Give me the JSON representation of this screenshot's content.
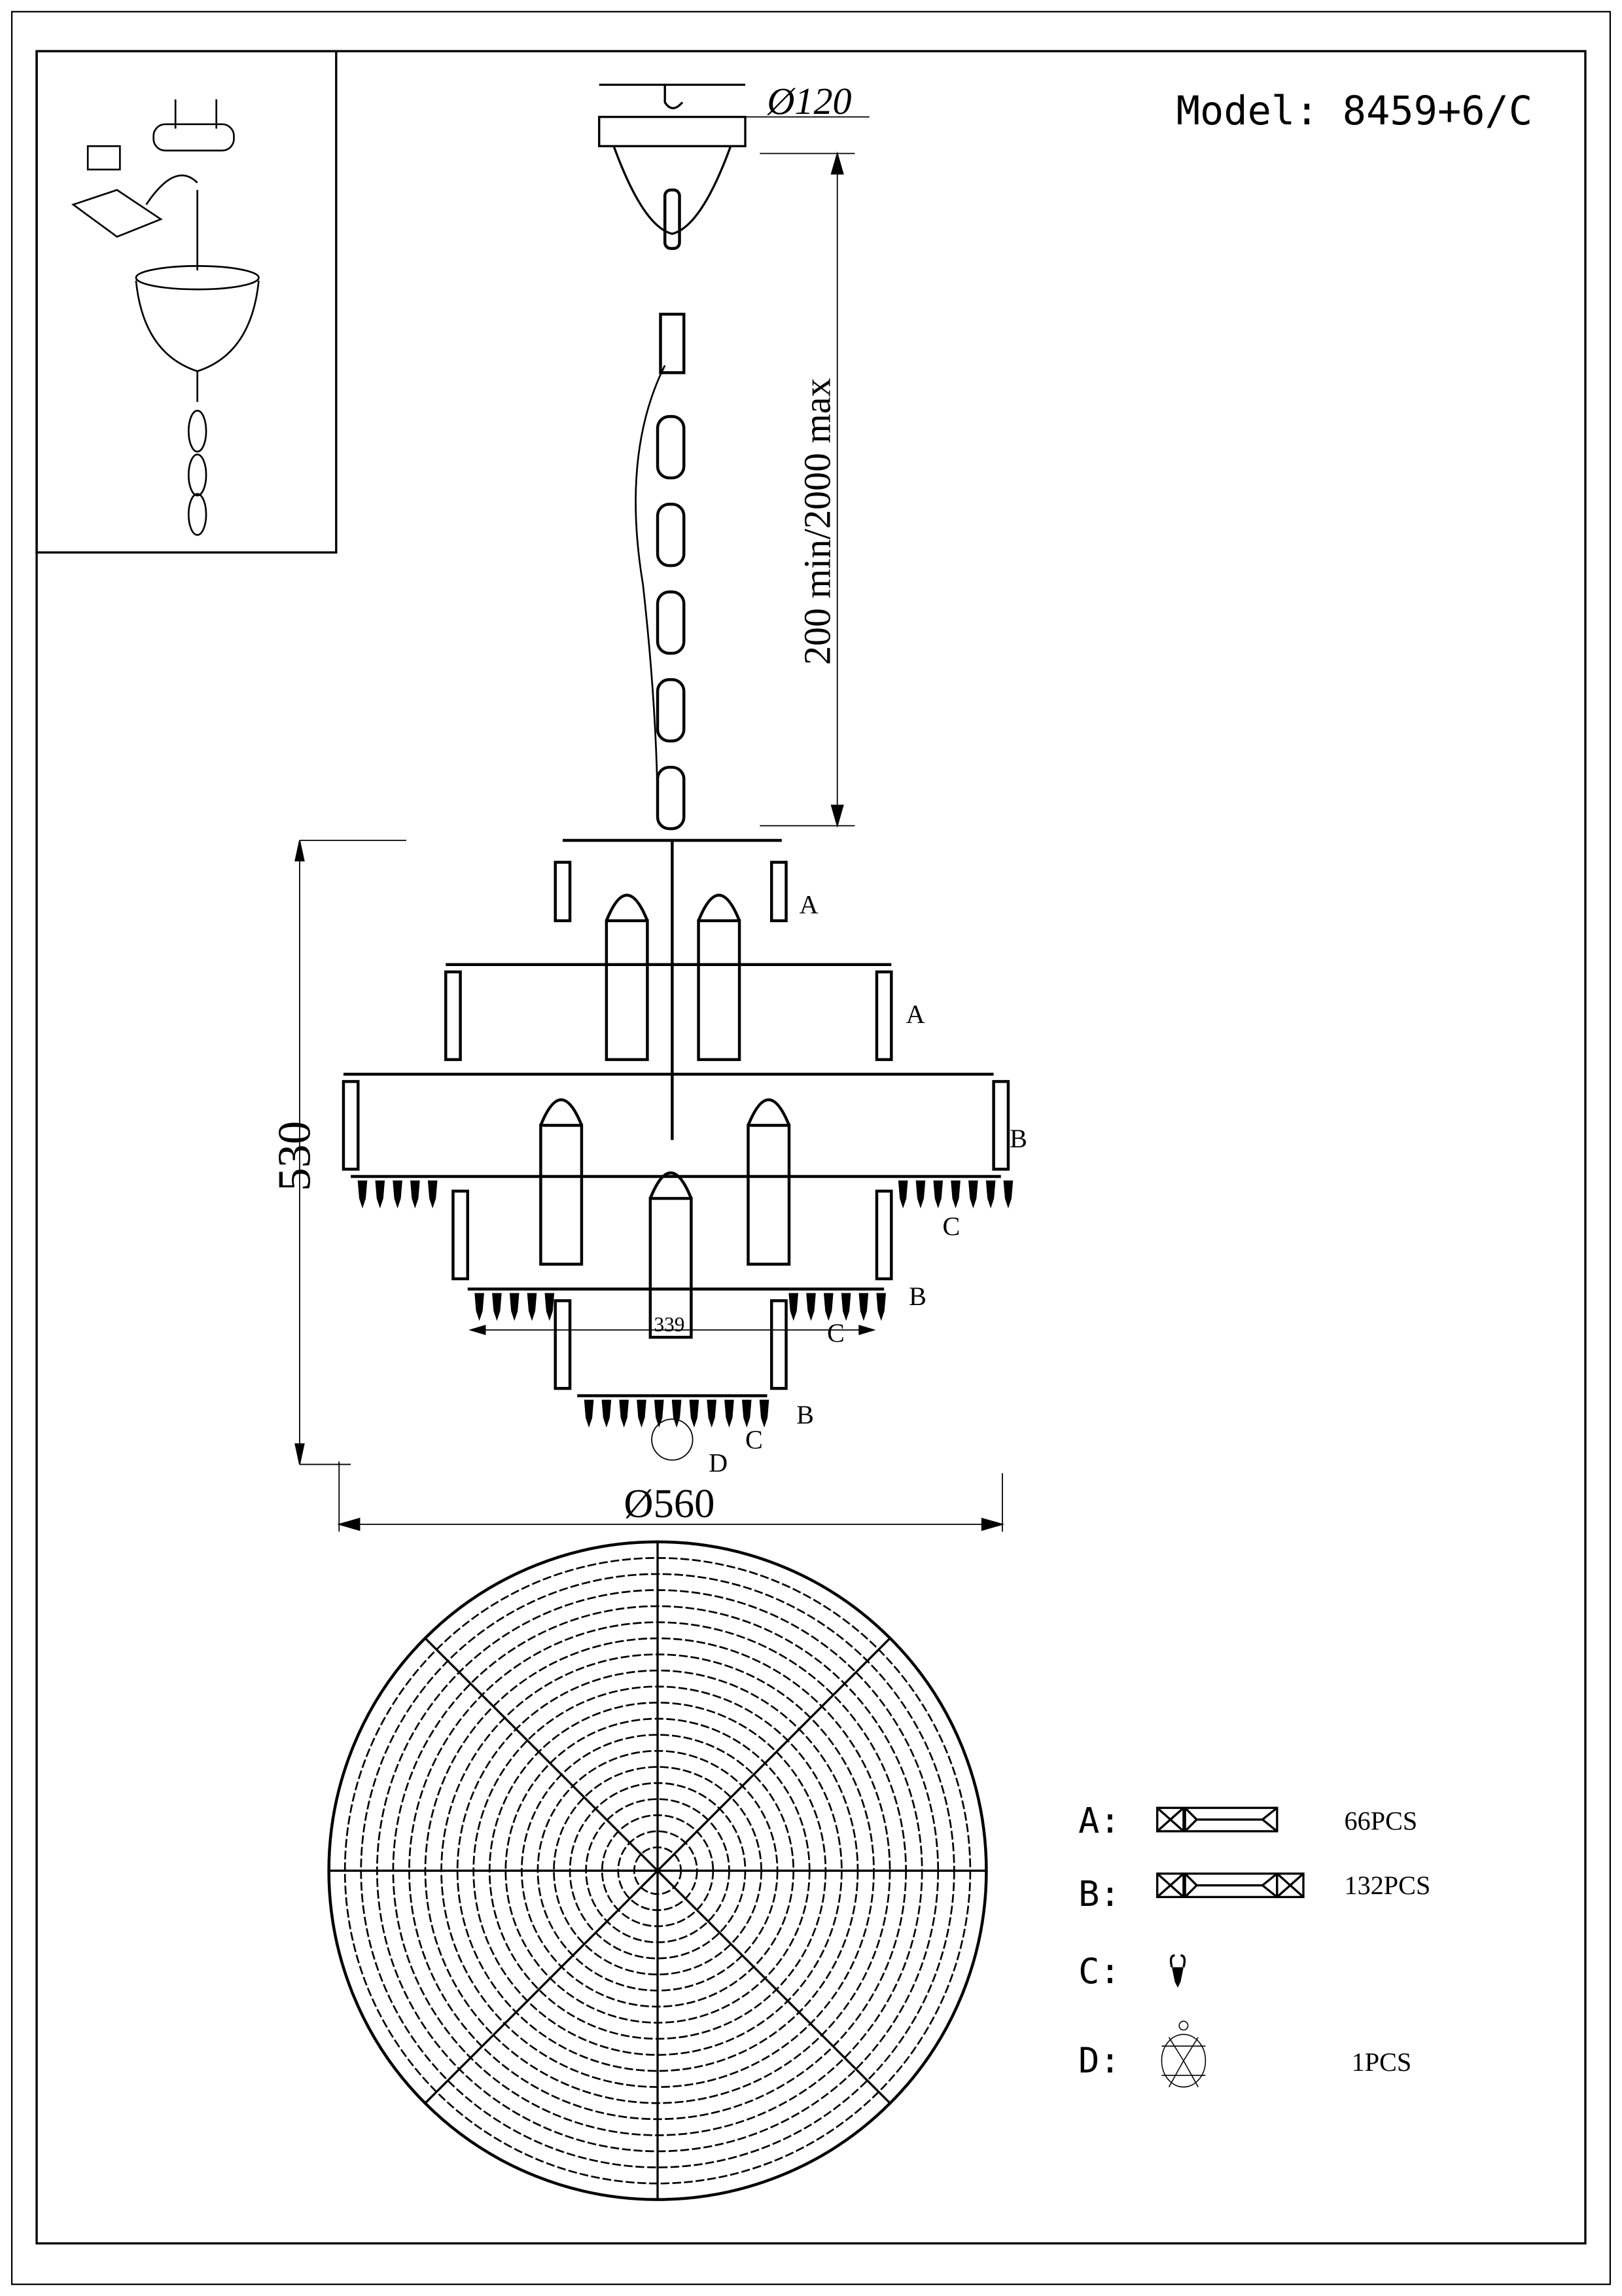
{
  "title": {
    "model_label": "Model: 8459+6/C"
  },
  "dimensions": {
    "canopy_diameter": "Ø120",
    "chain_length": "200 min/2000 max",
    "height": "530",
    "diameter": "Ø560",
    "inner_width": "339"
  },
  "callouts": [
    "A",
    "A",
    "B",
    "C",
    "B",
    "C",
    "B",
    "C",
    "D"
  ],
  "legend": [
    {
      "key": "A:",
      "qty": "66PCS",
      "icon": "crystal-prism-single-icon"
    },
    {
      "key": "B:",
      "qty": "132PCS",
      "icon": "crystal-prism-double-icon"
    },
    {
      "key": "C:",
      "qty": "",
      "icon": "crystal-drop-icon"
    },
    {
      "key": "D:",
      "qty": "1PCS",
      "icon": "crystal-ball-icon"
    }
  ],
  "colors": {
    "ink": "#000000",
    "paper": "#ffffff"
  }
}
